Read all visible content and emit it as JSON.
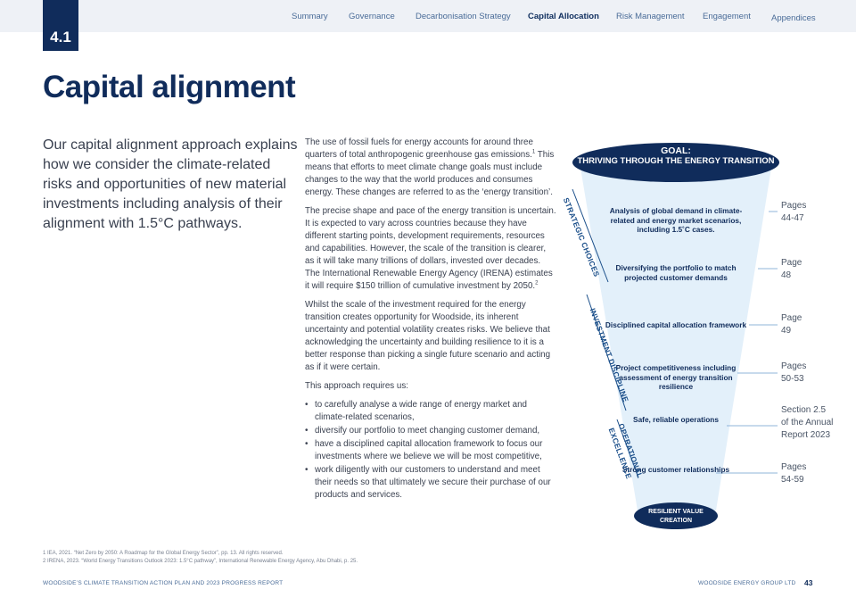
{
  "nav": {
    "items": [
      "Summary",
      "Governance",
      "Decarbonisation Strategy",
      "Capital Allocation",
      "Risk Management",
      "Engagement",
      "Appendices"
    ],
    "active": "Capital Allocation"
  },
  "section_number": "4.1",
  "title": "Capital alignment",
  "intro": "Our capital alignment approach explains how we consider the climate-related risks and opportunities of new material investments including analysis of their alignment with 1.5°C pathways.",
  "body": {
    "p1": "The use of fossil fuels for energy accounts for around three quarters of total anthropogenic greenhouse gas emissions.",
    "p1_ref": "1",
    "p1_cont": " This means that efforts to meet climate change goals must include changes to the way that the world produces and consumes energy. These changes are referred to as the ‘energy transition’.",
    "p2": "The precise shape and pace of the energy transition is uncertain. It is expected to vary across countries because they have different starting points, development requirements, resources and capabilities. However, the scale of the transition is clearer, as it will take many trillions of dollars, invested over decades. The International Renewable Energy Agency (IRENA) estimates it will require $150 trillion of cumulative investment by 2050.",
    "p2_ref": "2",
    "p3": "Whilst the scale of the investment required for the energy transition creates opportunity for Woodside, its inherent uncertainty and potential volatility creates risks. We believe that acknowledging the uncertainty and building resilience to it is a better response than picking a single future scenario and acting as if it were certain.",
    "p4": "This approach requires us:",
    "bullets": [
      "to carefully analyse a wide range of energy market and climate-related scenarios,",
      "diversify our portfolio to meet changing customer demand,",
      "have a disciplined capital allocation framework to focus our investments where we believe we will be most competitive,",
      "work diligently with our customers to understand and meet their needs so that ultimately we secure their purchase of our products and services."
    ]
  },
  "diagram": {
    "goal_title": "GOAL:",
    "goal_text": "THRIVING THROUGH THE ENERGY TRANSITION",
    "stages": [
      "Analysis of global demand in climate-related and energy market scenarios, including 1.5˚C cases.",
      "Diversifying the portfolio to match projected customer demands",
      "Disciplined capital allocation framework",
      "Project competitiveness including assessment of energy transition resilience",
      "Safe, reliable operations",
      "Strong customer relationships"
    ],
    "base": "RESILIENT VALUE CREATION",
    "side_labels": [
      "STRATEGIC CHOICES",
      "INVESTMENT DISCIPLINE",
      "OPERATIONAL",
      "EXCELLENCE"
    ],
    "page_refs": [
      {
        "label": "Pages",
        "value": "44-47"
      },
      {
        "label": "Page",
        "value": "48"
      },
      {
        "label": "Page",
        "value": "49"
      },
      {
        "label": "Pages",
        "value": "50-53"
      },
      {
        "label": "Section 2.5",
        "value": "of the Annual Report 2023"
      },
      {
        "label": "Pages",
        "value": "54-59"
      }
    ],
    "colors": {
      "funnel_fill": "#e3f0fa",
      "navy": "#102c5b",
      "line": "#8fb4d9"
    }
  },
  "footnotes": [
    "1    IEA, 2021. “Net Zero by 2050: A Roadmap for the Global Energy Sector”, pp. 13. All rights reserved.",
    "2    IRENA, 2023. “World Energy Transitions Outlook 2023: 1.5°C pathway”, International Renewable Energy Agency, Abu Dhabi, p. 25."
  ],
  "footer": {
    "left": "WOODSIDE’S CLIMATE TRANSITION ACTION PLAN AND 2023 PROGRESS REPORT",
    "right": "WOODSIDE ENERGY GROUP LTD",
    "page": "43"
  }
}
